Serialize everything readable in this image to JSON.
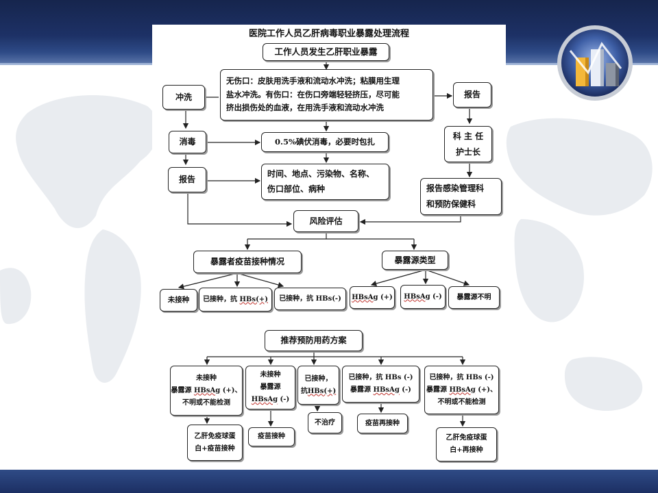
{
  "title": "医院工作人员乙肝病毒职业暴露处理流程",
  "flow": {
    "start": "工作人员发生乙肝职业暴露",
    "wound_line1": "无伤口：皮肤用洗手液和流动水冲洗；粘膜用生理",
    "wound_line2": "盐水冲洗。有伤口：在伤口旁端轻轻挤压，尽可能",
    "wound_line3": "挤出损伤处的血液，在用洗手液和流动水冲洗",
    "rinse": "冲洗",
    "disinfect": "消毒",
    "disinfect_detail": "0.5%碘伏消毒，必要时包扎",
    "report_left": "报告",
    "report_detail_line1": "时间、地点、污染物、名称、",
    "report_detail_line2": "伤口部位、病种",
    "report_right": "报告",
    "dept_line1": "科 主 任",
    "dept_line2": "护士长",
    "infection_line1": "报告感染管理科",
    "infection_line2": "和预防保健科",
    "risk": "风险评估",
    "vaccine_status": "暴露者疫苗接种情况",
    "source_type": "暴露源类型",
    "unvaccinated": "未接种",
    "vacc_pos_prefix": "已接种，抗",
    "vacc_pos_marker": "HBs(+)",
    "vacc_neg": "已接种，抗 HBs(-)",
    "src_pos_marker": "HBsAg",
    "src_pos_suffix": " (+)",
    "src_neg_marker": "HBsAg",
    "src_neg_suffix": " (-)",
    "src_unknown": "暴露源不明"
  },
  "plan": {
    "header": "推荐预防用药方案",
    "c1_line1": "未接种",
    "c1_line2_prefix": "暴露源 ",
    "c1_line2_marker": "HBsAg",
    "c1_line2_suffix": " (+)、",
    "c1_line3": "不明或不能检测",
    "c1_result_line1": "乙肝免疫球蛋",
    "c1_result_line2": "白+疫苗接种",
    "c2_line1": "未接种",
    "c2_line2": "暴露源",
    "c2_line3_marker": "HBsAg",
    "c2_line3_suffix": " (-)",
    "c2_result": "疫苗接种",
    "c3_line1": "已接种，",
    "c3_line2_prefix": "抗",
    "c3_line2_marker": "HBs(+)",
    "c3_result": "不治疗",
    "c4_line1": "已接种，抗 HBs (-)",
    "c4_line2_prefix": "暴露源 ",
    "c4_line2_marker": "HBsAg",
    "c4_line2_suffix": " (-)",
    "c4_result": "疫苗再接种",
    "c5_line1": "已接种，抗 HBs (-)",
    "c5_line2_prefix": "暴露源 ",
    "c5_line2_marker": "HBsAg",
    "c5_line2_suffix": " (+)、",
    "c5_line3": "不明或不能检测",
    "c5_result_line1": "乙肝免疫球蛋",
    "c5_result_line2": "白+再接种"
  }
}
